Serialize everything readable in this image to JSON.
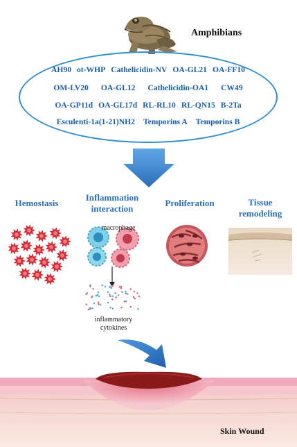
{
  "header": {
    "title": "Amphibians"
  },
  "peptides": {
    "rows": [
      [
        "AH90",
        "ot-WHP",
        "Cathelicidin-NV",
        "OA-GL21",
        "OA-FF10"
      ],
      [
        "OM-LV20",
        "OA-GL12",
        "Cathelicidin-OA1",
        "CW49"
      ],
      [
        "OA-GP11d",
        "OA-GL17d",
        "RL-RL10",
        "RL-QN15",
        "B-2Ta"
      ],
      [
        "Esculenti-1a(1-21)NH2",
        "Temporins A",
        "Temporins B"
      ]
    ]
  },
  "stages": {
    "hemostasis": "Hemostasis",
    "inflammation_line1": "Inflammation",
    "inflammation_line2": "interaction",
    "proliferation": "Proliferation",
    "remodeling_line1": "Tissue",
    "remodeling_line2": "remodeling"
  },
  "labels": {
    "macrophage": "macrophage",
    "cytokines_line1": "inflammatory",
    "cytokines_line2": "cytokines",
    "skin_wound": "Skin Wound"
  },
  "colors": {
    "ellipse": "#2e8fd0",
    "peptide_text": "#1b5fa6",
    "stage_text": "#2c6fb8",
    "arrow": "#3a86cf",
    "platelet": "#d42a35",
    "wound": "#8a1a1a"
  }
}
